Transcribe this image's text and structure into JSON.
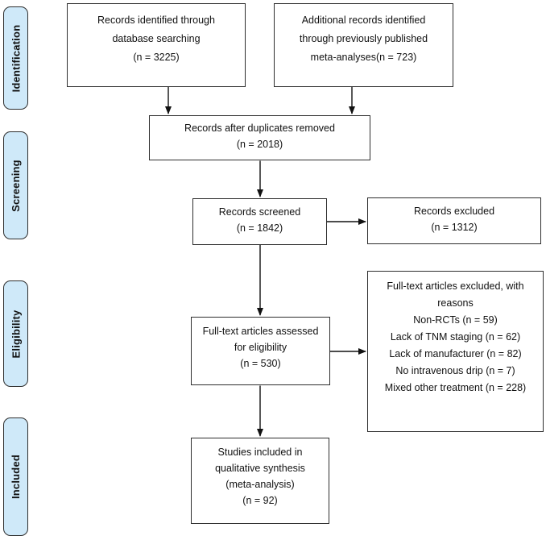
{
  "stages": [
    {
      "label": "Identification"
    },
    {
      "label": "Screening"
    },
    {
      "label": "Eligibility"
    },
    {
      "label": "Included"
    }
  ],
  "boxes": {
    "identified": {
      "text": "Records identified through\ndatabase searching\n(n = 3225)"
    },
    "additional": {
      "text": "Additional records identified\nthrough previously published\nmeta-analyses(n = 723)"
    },
    "deduplicated": {
      "text": "Records after duplicates removed\n(n = 2018)"
    },
    "screened": {
      "text": "Records screened\n(n = 1842)"
    },
    "excluded": {
      "text": "Records excluded\n(n = 1312)"
    },
    "fulltext_assessed": {
      "text": "Full-text articles assessed\nfor eligibility\n(n = 530)"
    },
    "fulltext_excluded": {
      "text": "Full-text articles excluded, with\nreasons\nNon-RCTs (n = 59)\nLack of TNM staging (n = 62)\nLack of manufacturer (n = 82)\nNo intravenous drip (n = 7)\nMixed other treatment (n = 228)"
    },
    "included_studies": {
      "text": "Studies included in\nqualitative synthesis\n(meta-analysis)\n(n = 92)"
    }
  },
  "colors": {
    "stage_fill": "#cfe9f9",
    "stage_border": "#2e2e2e",
    "box_border": "#2e2e2e",
    "arrow": "#111111",
    "text": "#111111"
  }
}
